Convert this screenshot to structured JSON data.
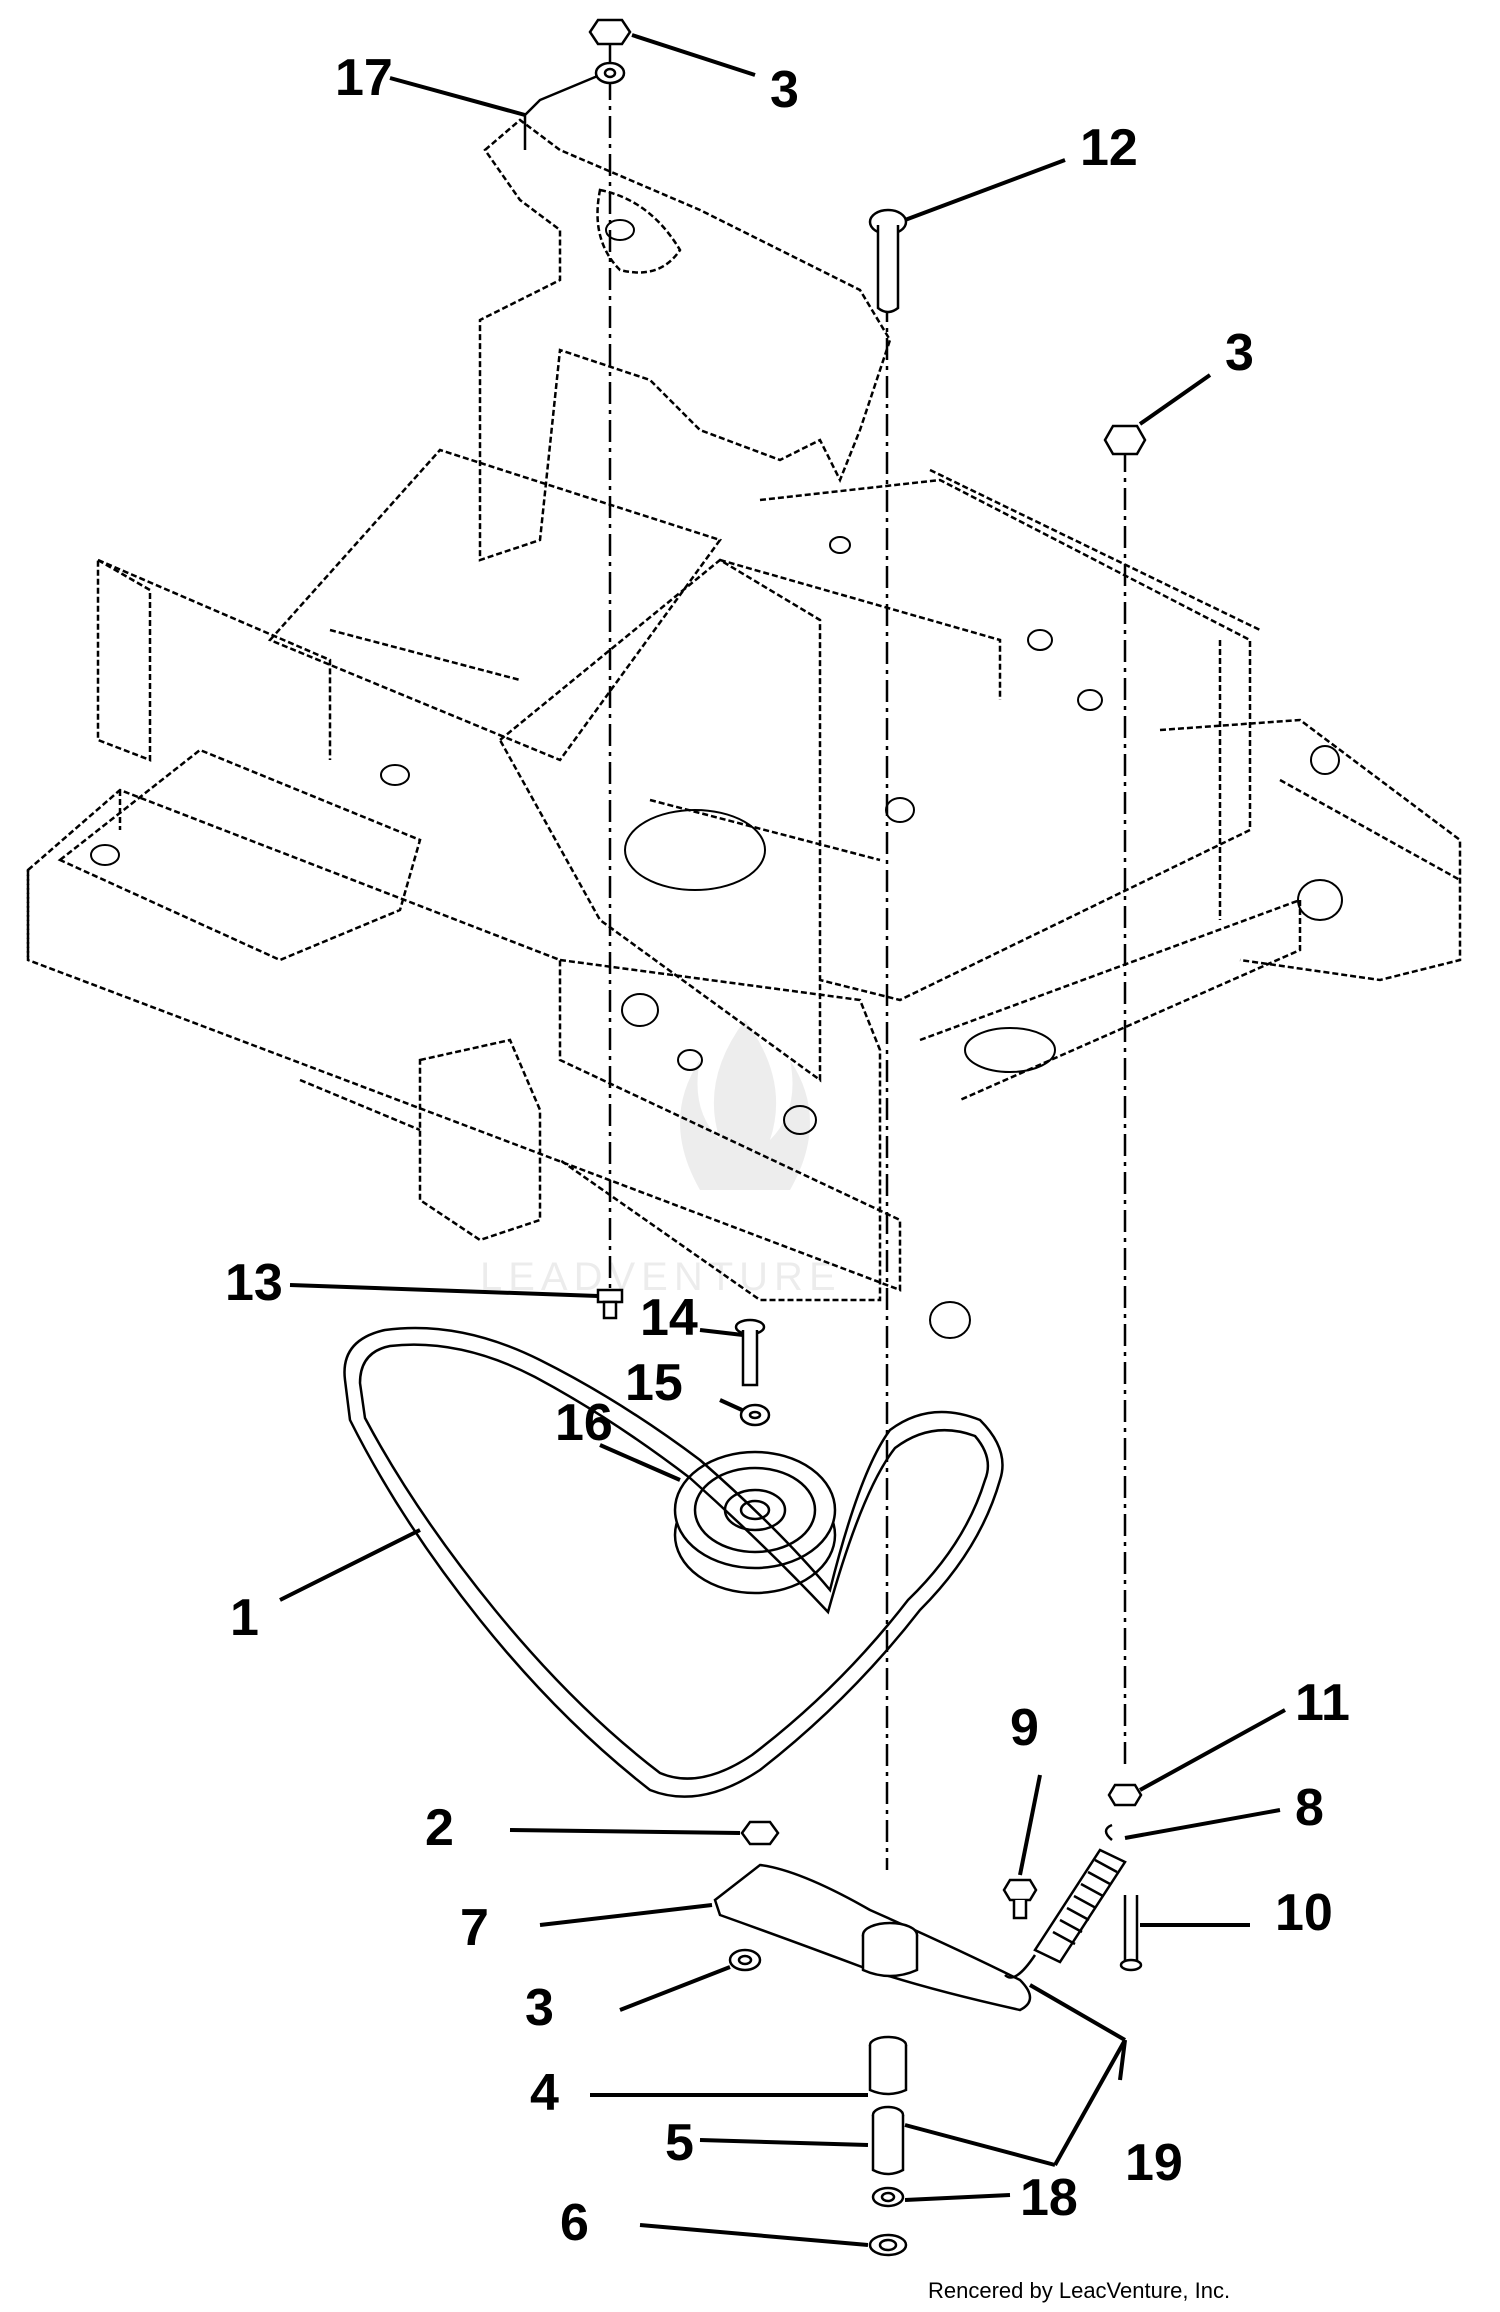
{
  "callouts": {
    "c17": "17",
    "c3_top": "3",
    "c12": "12",
    "c3_right": "3",
    "c13": "13",
    "c14": "14",
    "c15": "15",
    "c16": "16",
    "c1": "1",
    "c9": "9",
    "c11": "11",
    "c2": "2",
    "c8": "8",
    "c7": "7",
    "c10": "10",
    "c3_bottom": "3",
    "c4": "4",
    "c5": "5",
    "c19": "19",
    "c18": "18",
    "c6": "6"
  },
  "credit": "Rencered by LeacVenture, Inc.",
  "watermark": "LEADVENTURE"
}
